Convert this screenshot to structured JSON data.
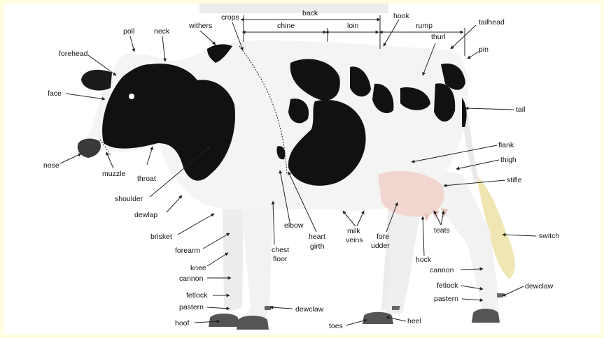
{
  "labels": {
    "poll": "poll",
    "neck": "neck",
    "withers": "withers",
    "crops": "crops",
    "back": "back",
    "chine": "chine",
    "loin": "loin",
    "hook": "hook",
    "rump": "rump",
    "tailhead": "tailhead",
    "thurl": "thurl",
    "pin": "pin",
    "forehead": "forehead",
    "face": "face",
    "tail": "tail",
    "flank": "flank",
    "thigh": "thigh",
    "stifle": "stifle",
    "nose": "nose",
    "muzzle": "muzzle",
    "throat": "throat",
    "shoulder": "shoulder",
    "dewlap": "dewlap",
    "brisket": "brisket",
    "forearm": "forearm",
    "knee": "knee",
    "cannon_front": "cannon",
    "fetlock_front": "fetlock",
    "pastern_front": "pastern",
    "hoof": "hoof",
    "chest_floor_1": "chest",
    "chest_floor_2": "floor",
    "elbow": "elbow",
    "heart_girth_1": "heart",
    "heart_girth_2": "girth",
    "milk_veins_1": "milk",
    "milk_veins_2": "veins",
    "fore_udder_1": "fore",
    "fore_udder_2": "udder",
    "teats": "teats",
    "switch": "switch",
    "hock": "hock",
    "cannon_rear": "cannon",
    "fetlock_rear": "fetlock",
    "pastern_rear": "pastern",
    "dewclaw_rear": "dewclaw",
    "dewclaw_front": "dewclaw",
    "toes": "toes",
    "heel": "heel"
  },
  "colors": {
    "background": "#fffde0",
    "cow_white": "#f4f4f4",
    "cow_black": "#111111",
    "udder": "#f1d6cf",
    "switch": "#efe6b4",
    "leader": "#222222"
  }
}
